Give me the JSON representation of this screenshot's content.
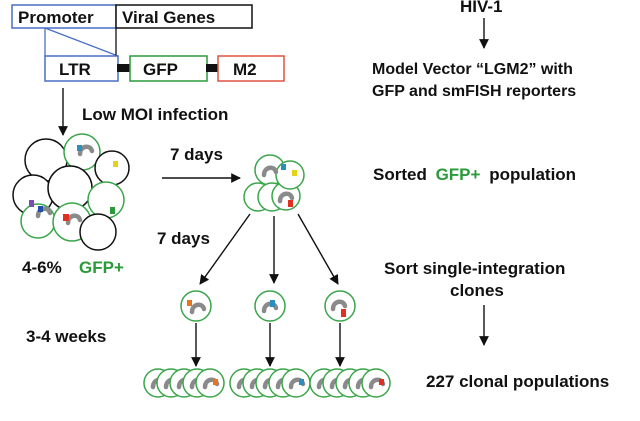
{
  "construct": {
    "promoter": "Promoter",
    "viral_genes": "Viral Genes",
    "ltr": "LTR",
    "gfp": "GFP",
    "m2": "M2"
  },
  "left_flow": {
    "infection": "Low MOI infection",
    "percent": "4-6%",
    "gfp_plus": "GFP+",
    "days_1": "7 days",
    "days_2": "7 days",
    "weeks": "3-4 weeks"
  },
  "right_flow": {
    "hiv": "HIV-1",
    "model_vector_1": "Model Vector “LGM2” with",
    "model_vector_2": "GFP and smFISH reporters",
    "sorted_prefix": "Sorted",
    "sorted_gfp": "GFP+",
    "sorted_suffix": "population",
    "sort_single_1": "Sort single-integration",
    "sort_single_2": "clones",
    "clonal": "227 clonal populations"
  },
  "colors": {
    "blue": "#4a6fc4",
    "green": "#2a9a3a",
    "red": "#e0513f",
    "cell_outline": "#3aa54a",
    "provirus": "#8a8a8a",
    "orange": "#e8741e",
    "teal": "#2a8fbf",
    "marker_red": "#e03020",
    "yellow": "#e6d21a",
    "purple": "#7a4fb0",
    "dark_blue": "#1f4fa8"
  },
  "icons": {
    "provirus": "squiggle-icon",
    "cell": "cell-icon"
  }
}
